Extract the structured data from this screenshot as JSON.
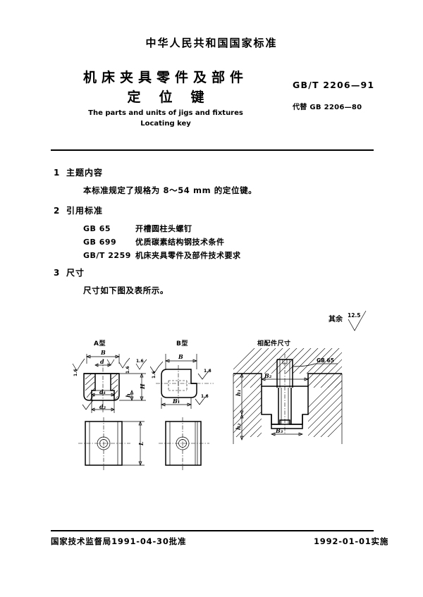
{
  "header": {
    "national_standard": "中华人民共和国国家标准",
    "title_line1": "机床夹具零件及部件",
    "title_line2": "定位键",
    "standard_no": "GB/T 2206—91",
    "replaces": "代替 GB 2206—80",
    "english_line1": "The parts and units of jigs and fixtures",
    "english_line2": "Locating key"
  },
  "sections": {
    "s1_num": "1",
    "s1_title": "主题内容",
    "s1_body": "本标准规定了规格为 8～54 mm 的定位键。",
    "s2_num": "2",
    "s2_title": "引用标准",
    "s2_refs": [
      {
        "code": "GB 65",
        "name": "开槽圆柱头螺钉"
      },
      {
        "code": "GB 699",
        "name": "优质碳素结构钢技术条件"
      },
      {
        "code": "GB/T 2259",
        "name": "机床夹具零件及部件技术要求"
      }
    ],
    "s3_num": "3",
    "s3_title": "尺寸",
    "s3_body": "尺寸如下图及表所示。"
  },
  "roughness": {
    "note_label": "其余",
    "note_value": "12.5",
    "detail_value": "1.6"
  },
  "drawings": {
    "type_a_title": "A型",
    "type_b_title": "B型",
    "mating_title": "相配件尺寸",
    "screw_ref": "GB 65",
    "type_a_dims": {
      "B": "B",
      "d": "d",
      "d1": "d₁",
      "d2": "d₂",
      "H": "H",
      "h": "h",
      "L": "L"
    },
    "type_b_dims": {
      "B": "B",
      "B1": "B₁"
    },
    "mating_dims": {
      "B2": "B₂",
      "B3": "B₃",
      "h1": "h₁",
      "h2": "h₂"
    }
  },
  "footer": {
    "approval": "国家技术监督局1991-04-30批准",
    "effective": "1992-01-01实施"
  }
}
